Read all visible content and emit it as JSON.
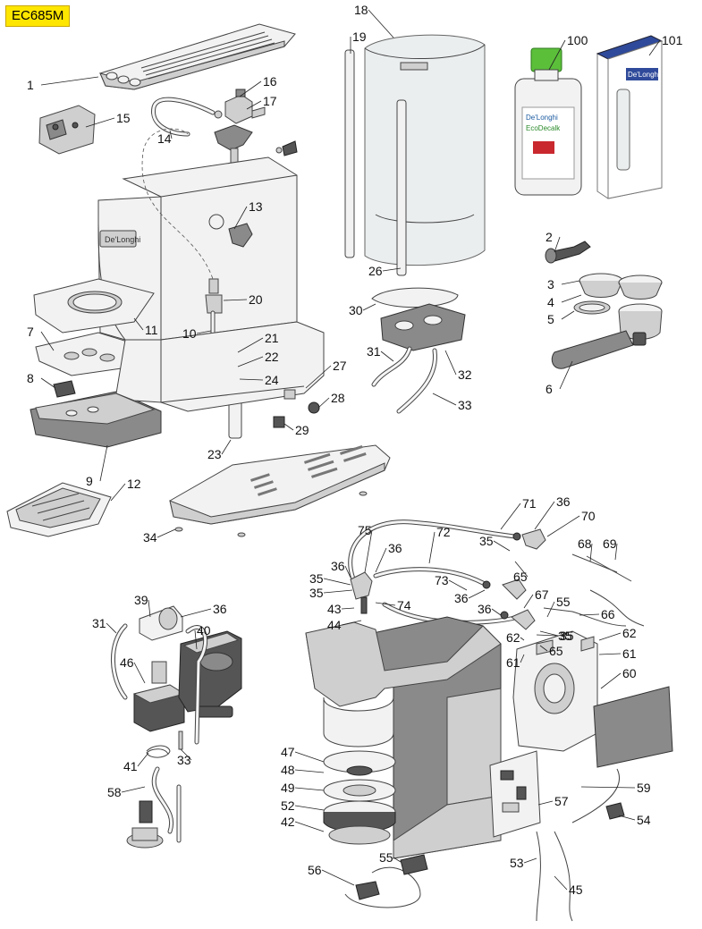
{
  "model": "EC685M",
  "callouts": [
    {
      "n": "1"
    },
    {
      "n": "2"
    },
    {
      "n": "3"
    },
    {
      "n": "4"
    },
    {
      "n": "5"
    },
    {
      "n": "6"
    },
    {
      "n": "7"
    },
    {
      "n": "8"
    },
    {
      "n": "9"
    },
    {
      "n": "10"
    },
    {
      "n": "11"
    },
    {
      "n": "12"
    },
    {
      "n": "13"
    },
    {
      "n": "14"
    },
    {
      "n": "15"
    },
    {
      "n": "16"
    },
    {
      "n": "17"
    },
    {
      "n": "18"
    },
    {
      "n": "19"
    },
    {
      "n": "20"
    },
    {
      "n": "21"
    },
    {
      "n": "22"
    },
    {
      "n": "23"
    },
    {
      "n": "24"
    },
    {
      "n": "26"
    },
    {
      "n": "27"
    },
    {
      "n": "28"
    },
    {
      "n": "29"
    },
    {
      "n": "30"
    },
    {
      "n": "31"
    },
    {
      "n": "32"
    },
    {
      "n": "33"
    },
    {
      "n": "34"
    },
    {
      "n": "100"
    },
    {
      "n": "101"
    },
    {
      "n": "71"
    },
    {
      "n": "36"
    },
    {
      "n": "70"
    },
    {
      "n": "75"
    },
    {
      "n": "36"
    },
    {
      "n": "72"
    },
    {
      "n": "35"
    },
    {
      "n": "36"
    },
    {
      "n": "68"
    },
    {
      "n": "69"
    },
    {
      "n": "35"
    },
    {
      "n": "65"
    },
    {
      "n": "35"
    },
    {
      "n": "73"
    },
    {
      "n": "36"
    },
    {
      "n": "67"
    },
    {
      "n": "55"
    },
    {
      "n": "43"
    },
    {
      "n": "74"
    },
    {
      "n": "36"
    },
    {
      "n": "66"
    },
    {
      "n": "44"
    },
    {
      "n": "35"
    },
    {
      "n": "62"
    },
    {
      "n": "62"
    },
    {
      "n": "61"
    },
    {
      "n": "61"
    },
    {
      "n": "65"
    },
    {
      "n": "60"
    },
    {
      "n": "35"
    },
    {
      "n": "39"
    },
    {
      "n": "36"
    },
    {
      "n": "31"
    },
    {
      "n": "40"
    },
    {
      "n": "46"
    },
    {
      "n": "47"
    },
    {
      "n": "48"
    },
    {
      "n": "49"
    },
    {
      "n": "52"
    },
    {
      "n": "42"
    },
    {
      "n": "41"
    },
    {
      "n": "33"
    },
    {
      "n": "58"
    },
    {
      "n": "59"
    },
    {
      "n": "57"
    },
    {
      "n": "54"
    },
    {
      "n": "55"
    },
    {
      "n": "53"
    },
    {
      "n": "56"
    },
    {
      "n": "45"
    }
  ],
  "packaging_text": {
    "descaler_brand": "De'Longhi",
    "descaler_name": "EcoDecalk",
    "filter_brand": "De'Longhi"
  }
}
